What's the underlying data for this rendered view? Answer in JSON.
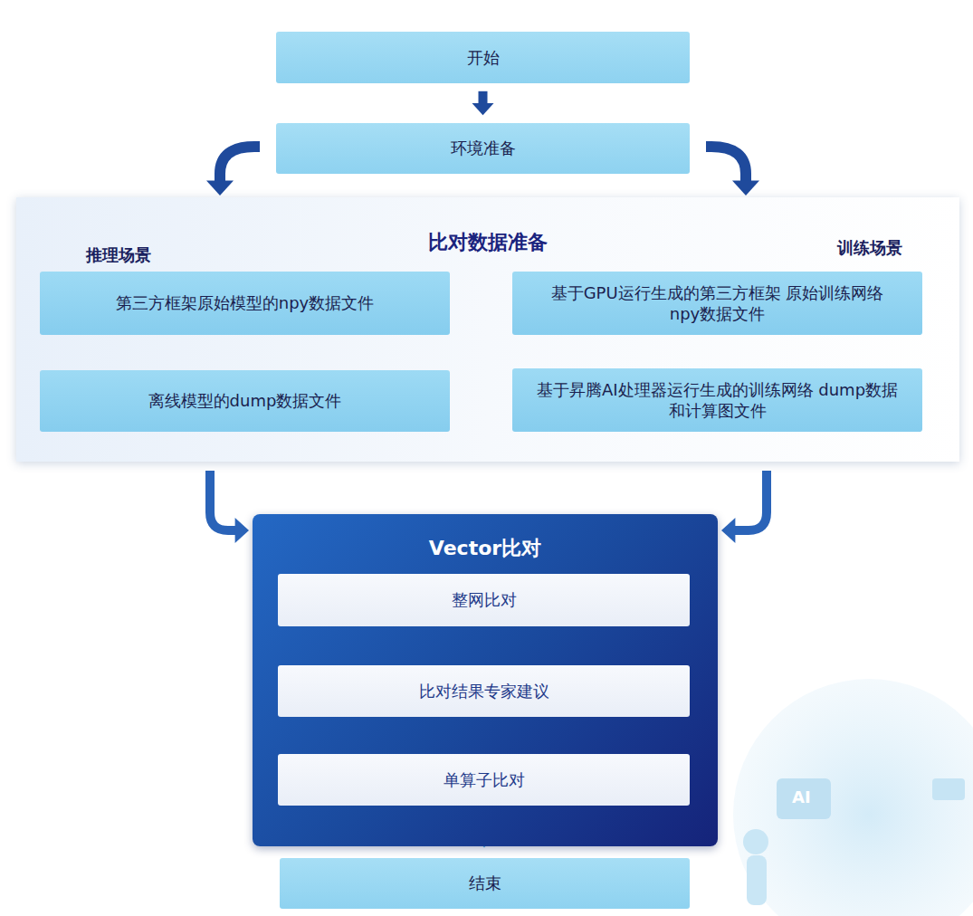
{
  "diagram": {
    "nodes": [
      {
        "text": [
          "开始"
        ]
      },
      {
        "text": [
          "环境准备"
        ]
      },
      {
        "text": [
          "比对数据准备"
        ]
      },
      {
        "text": [
          "第三方框架原始模型的npy数据文件"
        ],
        "in": 2
      },
      {
        "text": [
          "离线模型的dump数据文件"
        ],
        "in": 2
      },
      {
        "text": [
          "基于GPU运行生成的第三方框架 原始训练网络npy数据文件"
        ],
        "in": 2
      },
      {
        "text": [
          "基于昇腾AI处理器运行生成的训练网络 dump数据和计算图文件"
        ],
        "in": 2
      },
      {
        "text": [
          "Vector比对"
        ]
      },
      {
        "text": [
          "整网比对"
        ],
        "in": 7
      },
      {
        "text": [
          "比对结果专家建议"
        ],
        "in": 7
      },
      {
        "text": [
          "单算子比对"
        ],
        "in": 7
      },
      {
        "text": [
          "结束"
        ]
      }
    ],
    "edges": [
      {
        "from": 0,
        "to": 1,
        "arrow": "to"
      },
      {
        "from": 1,
        "to": 2,
        "arrow": "to"
      },
      {
        "from": 1,
        "to": 2,
        "arrow": "to"
      },
      {
        "from": 3,
        "to": 4,
        "arrow": "to"
      },
      {
        "from": 5,
        "to": 6,
        "arrow": "to"
      },
      {
        "from": 2,
        "to": 7,
        "arrow": "to"
      },
      {
        "from": 2,
        "to": 7,
        "arrow": "to"
      },
      {
        "from": 8,
        "to": 9,
        "arrow": "to"
      },
      {
        "from": 9,
        "to": 10,
        "arrow": "to"
      },
      {
        "from": 10,
        "to": 11,
        "arrow": "to"
      }
    ],
    "labels": [
      "推理场景",
      "训练场景",
      "AI"
    ]
  }
}
